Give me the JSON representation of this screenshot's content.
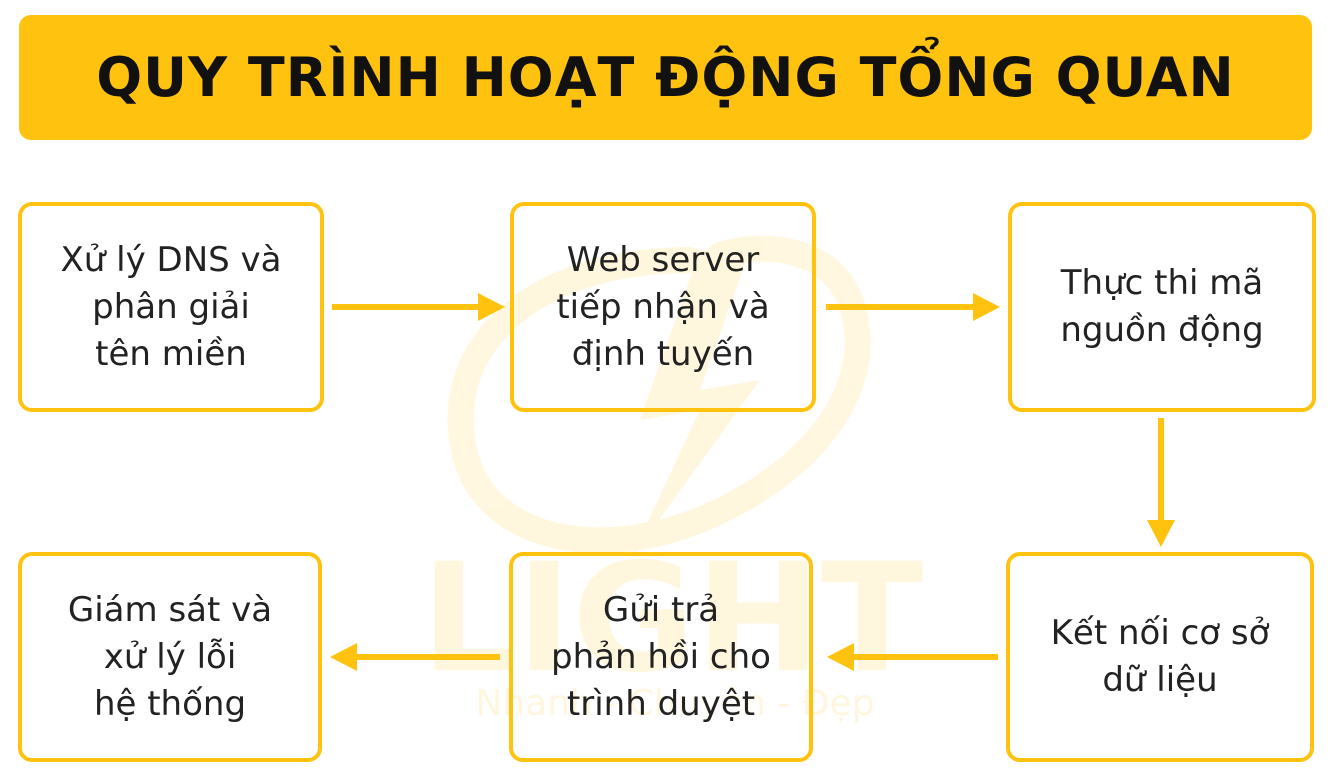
{
  "title": "QUY TRÌNH HOẠT ĐỘNG TỔNG QUAN",
  "accent_color": "#FFC20E",
  "watermark": {
    "brand": "LIGHT",
    "tagline": "Nhanh - Chuyên - Đẹp"
  },
  "steps": [
    {
      "label": "Xử lý DNS và\nphân giải\ntên miền"
    },
    {
      "label": "Web server\ntiếp nhận và\nđịnh tuyến"
    },
    {
      "label": "Thực thi mã\nnguồn động"
    },
    {
      "label": "Kết nối cơ sở\ndữ liệu"
    },
    {
      "label": "Gửi trả\nphản hồi cho\ntrình duyệt"
    },
    {
      "label": "Giám sát và\nxử lý lỗi\nhệ thống"
    }
  ]
}
